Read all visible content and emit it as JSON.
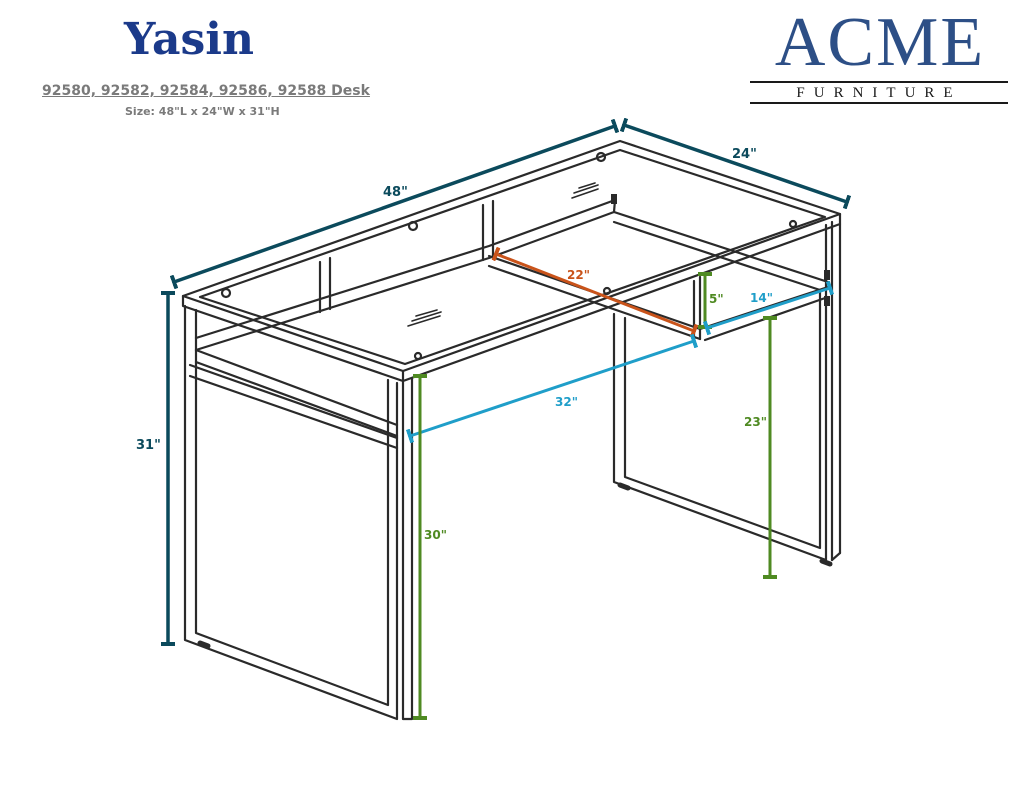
{
  "header": {
    "title": "Yasin",
    "models": "92580, 92582, 92584, 92586, 92588 Desk",
    "size": "Size: 48\"L x 24\"W x 31\"H"
  },
  "logo": {
    "main": "ACME",
    "sub": "FURNITURE",
    "color": "#2d4f86"
  },
  "dimensions": {
    "length": "48\"",
    "width": "24\"",
    "height": "31\"",
    "inner_depth": "22\"",
    "drawer_height": "5\"",
    "drawer_width": "14\"",
    "inner_width": "32\"",
    "leg_height": "30\"",
    "knee_height": "23\""
  },
  "colors": {
    "dark_teal": "#0b4a5c",
    "orange": "#c9531a",
    "light_blue": "#1f9ec9",
    "green": "#4f8a22",
    "frame": "#2a2a2a"
  }
}
